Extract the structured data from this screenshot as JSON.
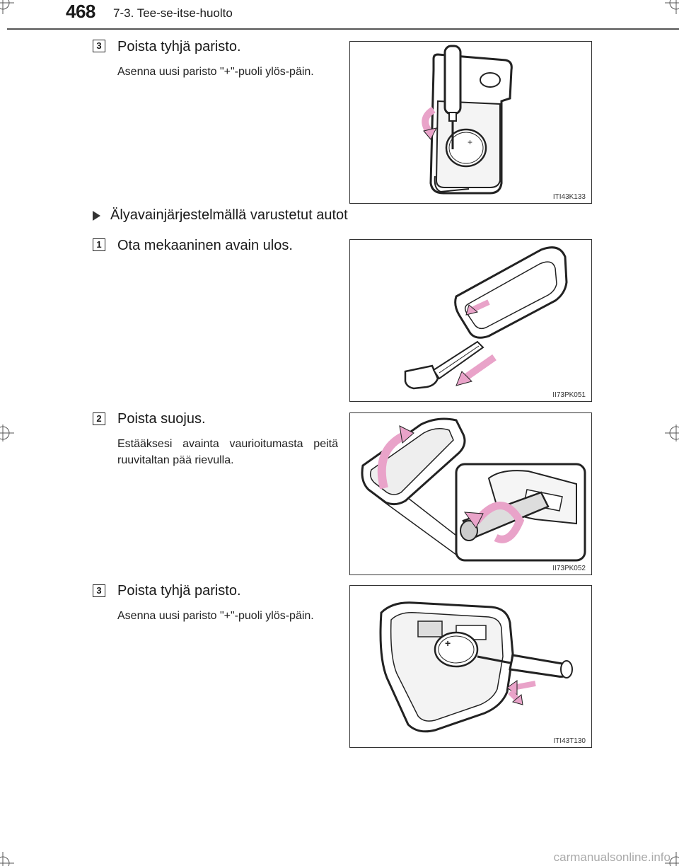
{
  "header": {
    "page_number": "468",
    "section": "7-3. Tee-se-itse-huolto"
  },
  "steps_a": [
    {
      "badge": "3",
      "title": "Poista tyhjä paristo.",
      "desc": "Asenna uusi paristo \"+\"-puoli ylös-päin.",
      "figure_code": "ITI43K133"
    }
  ],
  "subheading": "Älyavainjärjestelmällä varustetut autot",
  "steps_b": [
    {
      "badge": "1",
      "title": "Ota mekaaninen avain ulos.",
      "desc": "",
      "figure_code": "II73PK051"
    },
    {
      "badge": "2",
      "title": "Poista suojus.",
      "desc": "Estääksesi avainta vaurioitumasta peitä ruuvitaltan pää rievulla.",
      "figure_code": "II73PK052"
    },
    {
      "badge": "3",
      "title": "Poista tyhjä paristo.",
      "desc": "Asenna uusi paristo \"+\"-puoli ylös-päin.",
      "figure_code": "ITI43T130"
    }
  ],
  "figure_symbols": {
    "plus": "+"
  },
  "colors": {
    "arrow_pink": "#e9a3c9",
    "line": "#333333"
  },
  "watermark": "carmanualsonline.info"
}
